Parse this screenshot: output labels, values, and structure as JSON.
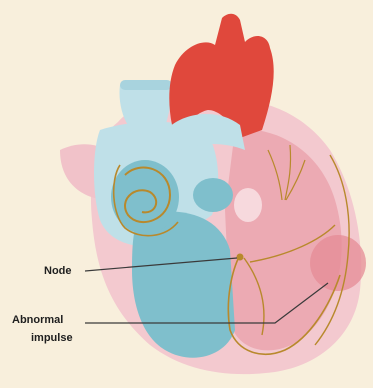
{
  "labels": {
    "node": "Node",
    "abnormal_line1": "Abnormal",
    "abnormal_line2": "impulse"
  },
  "colors": {
    "background": "#f8efdc",
    "aorta": "#e0483c",
    "blue_chamber": "#7fbfcc",
    "light_blue": "#bfe0e8",
    "pink_outer": "#f3c9cf",
    "pink_inner": "#ecaab3",
    "conduction_path": "#b8892c",
    "leader_line": "#3a3a3a"
  },
  "icons": [
    "heart-illustration",
    "sinoatrial-node-icon",
    "abnormal-impulse-focus-icon"
  ]
}
